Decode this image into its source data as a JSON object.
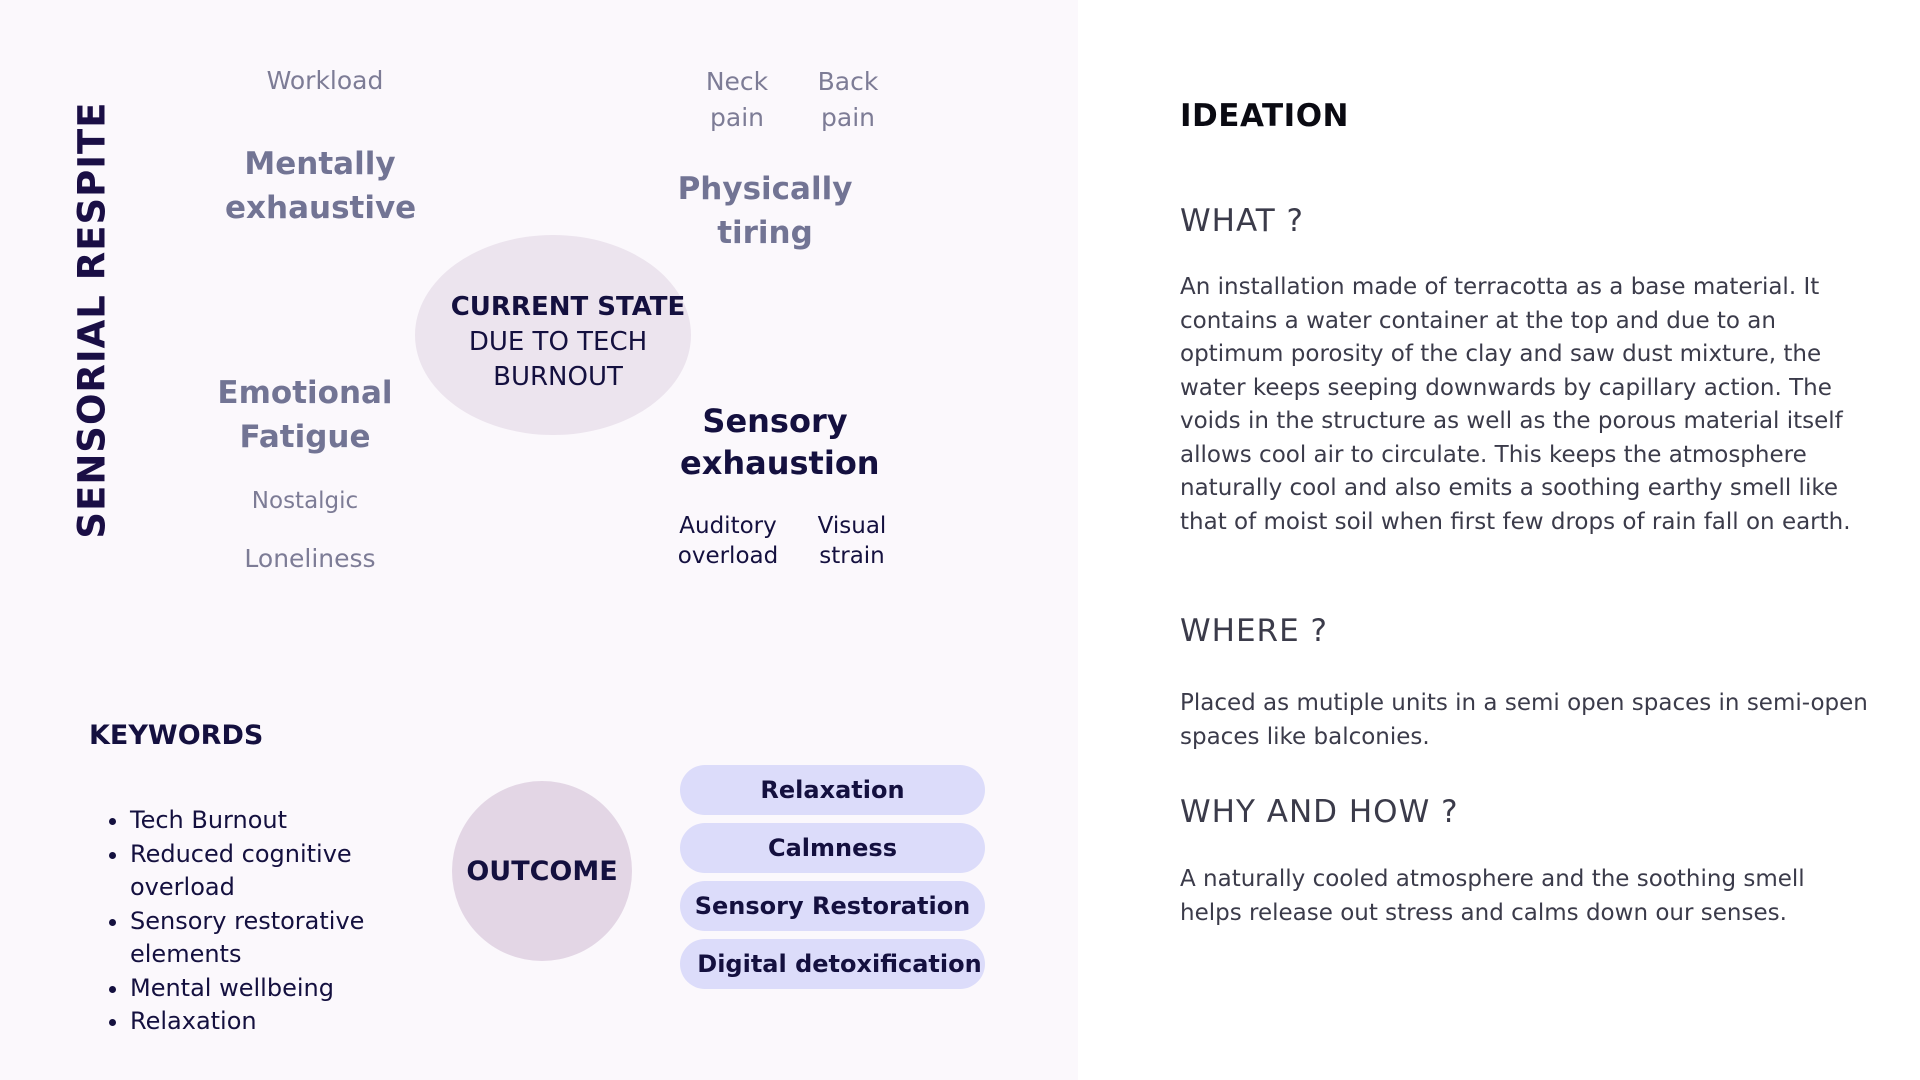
{
  "colors": {
    "left_bg": "#fbf8fc",
    "dark_navy": "#14103f",
    "muted_grey": "#7d7c96",
    "muted_slate": "#727494",
    "ellipse_fill": "#ece4ee",
    "outcome_fill": "#e3d6e5",
    "pill_fill": "#dcdcfa",
    "body_text": "#3b3b4a"
  },
  "diagram": {
    "vertical_title": "SENSORIAL RESPITE",
    "center": {
      "line1": "CURRENT STATE",
      "line2": "DUE TO TECH",
      "line3": "BURNOUT"
    },
    "mental": {
      "label": "Mentally exhaustive",
      "sublabel": "Workload"
    },
    "physical": {
      "label": "Physically tiring",
      "sub1": "Neck pain",
      "sub2": "Back pain"
    },
    "emotional": {
      "label": "Emotional Fatigue",
      "sub1": "Nostalgic",
      "sub2": "Loneliness"
    },
    "sensory": {
      "label": "Sensory exhaustion",
      "sub1": "Auditory overload",
      "sub2": "Visual strain"
    }
  },
  "keywords": {
    "heading": "KEYWORDS",
    "items": [
      "Tech Burnout",
      "Reduced cognitive overload",
      "Sensory restorative elements",
      "Mental wellbeing",
      "Relaxation"
    ]
  },
  "outcome": {
    "label": "OUTCOME",
    "pills": [
      "Relaxation",
      "Calmness",
      "Sensory Restoration",
      "Digital detoxification"
    ]
  },
  "ideation": {
    "title": "IDEATION",
    "what_heading": "WHAT ?",
    "what_text": "An installation made of terracotta as a base material. It contains a water container at the top and due to an optimum porosity of the clay and saw dust mixture, the water keeps seeping downwards by capillary action. The voids in the structure as well as the porous material itself allows cool air to circulate. This keeps the atmosphere naturally cool and also emits a soothing earthy smell like that of moist soil when first few drops of rain fall on earth.",
    "where_heading": "WHERE ?",
    "where_text": "Placed as mutiple units in a semi open spaces in semi-open spaces like balconies.",
    "why_heading": "WHY AND HOW ?",
    "why_text": "A naturally cooled atmosphere and the soothing smell helps release out stress and calms down our senses."
  }
}
